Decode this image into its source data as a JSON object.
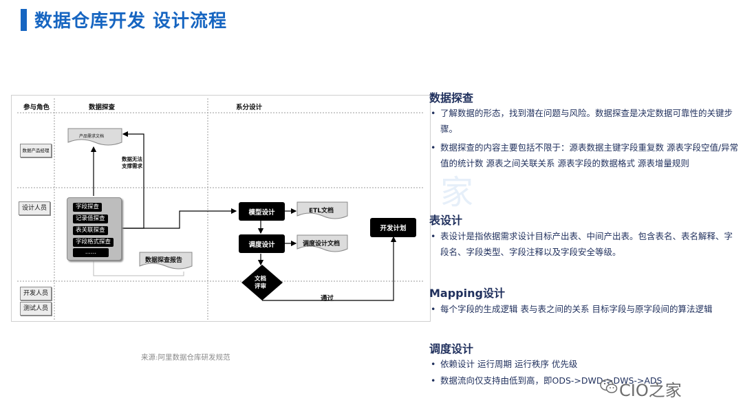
{
  "header": {
    "title": "数据仓库开发 设计流程"
  },
  "diagram": {
    "columns": [
      "参与角色",
      "数据探查",
      "系分设计"
    ],
    "roles": [
      "数据产品经理",
      "设计人员",
      "开发人员",
      "测试人员"
    ],
    "product_doc": "产品需求文档",
    "explore_note_1": "数据无法",
    "explore_note_2": "支撑需求",
    "probes": [
      "字段探查",
      "记录值探查",
      "表关联探查",
      "字段格式探查",
      "......"
    ],
    "report_doc": "数据探查报告",
    "model_design": "模型设计",
    "etl_doc": "ETL文档",
    "schedule_design": "调度设计",
    "schedule_doc": "调度设计文档",
    "review_1": "文档",
    "review_2": "评审",
    "dev_plan": "开发计划",
    "pass_label": "通过"
  },
  "source": "来源:阿里数据仓库研发规范",
  "sections": [
    {
      "title": "数据探查",
      "bullets": [
        "了解数据的形态，找到潜在问题与风险。数据探查是决定数据可靠性的关键步骤。",
        "数据探查的内容主要包括不限于：源表数据主键字段重复数 源表字段空值/异常值的统计数 源表之间关联关系 源表字段的数据格式 源表增量规则"
      ]
    },
    {
      "title": "表设计",
      "bullets": [
        "表设计是指依据需求设计目标产出表、中间产出表。包含表名、表名解释、字段名、字段类型、字段注释以及字段安全等级。"
      ]
    },
    {
      "title": "Mapping设计",
      "bullets": [
        "每个字段的生成逻辑 表与表之间的关系 目标字段与原字段间的算法逻辑"
      ]
    },
    {
      "title": "调度设计",
      "bullets": [
        "依赖设计 运行周期 运行秩序 优先级",
        "数据流向仅支持由低到高，即ODS->DWD->DWS->ADS"
      ]
    }
  ],
  "watermark": "CIO之家",
  "ghost_text": "家",
  "colors": {
    "accent": "#1665c1",
    "section_text": "#1f2f5c"
  }
}
